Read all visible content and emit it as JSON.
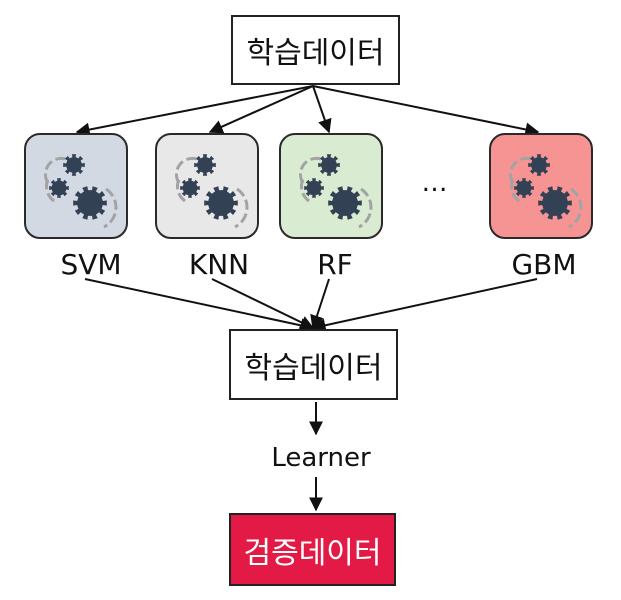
{
  "train_data_top": "학습데이터",
  "train_data_mid": "학습데이터",
  "learner": "Learner",
  "validation_data": "검증데이터",
  "ellipsis": "…",
  "models": [
    {
      "label": "SVM",
      "color": "#d3d9e3"
    },
    {
      "label": "KNN",
      "color": "#e8e8e8"
    },
    {
      "label": "RF",
      "color": "#d9ebd1"
    },
    {
      "label": "GBM",
      "color": "#f59493"
    }
  ],
  "colors": {
    "validation_box": "#e21a45",
    "gear": "#334155",
    "swirl": "#a3a3a3"
  }
}
